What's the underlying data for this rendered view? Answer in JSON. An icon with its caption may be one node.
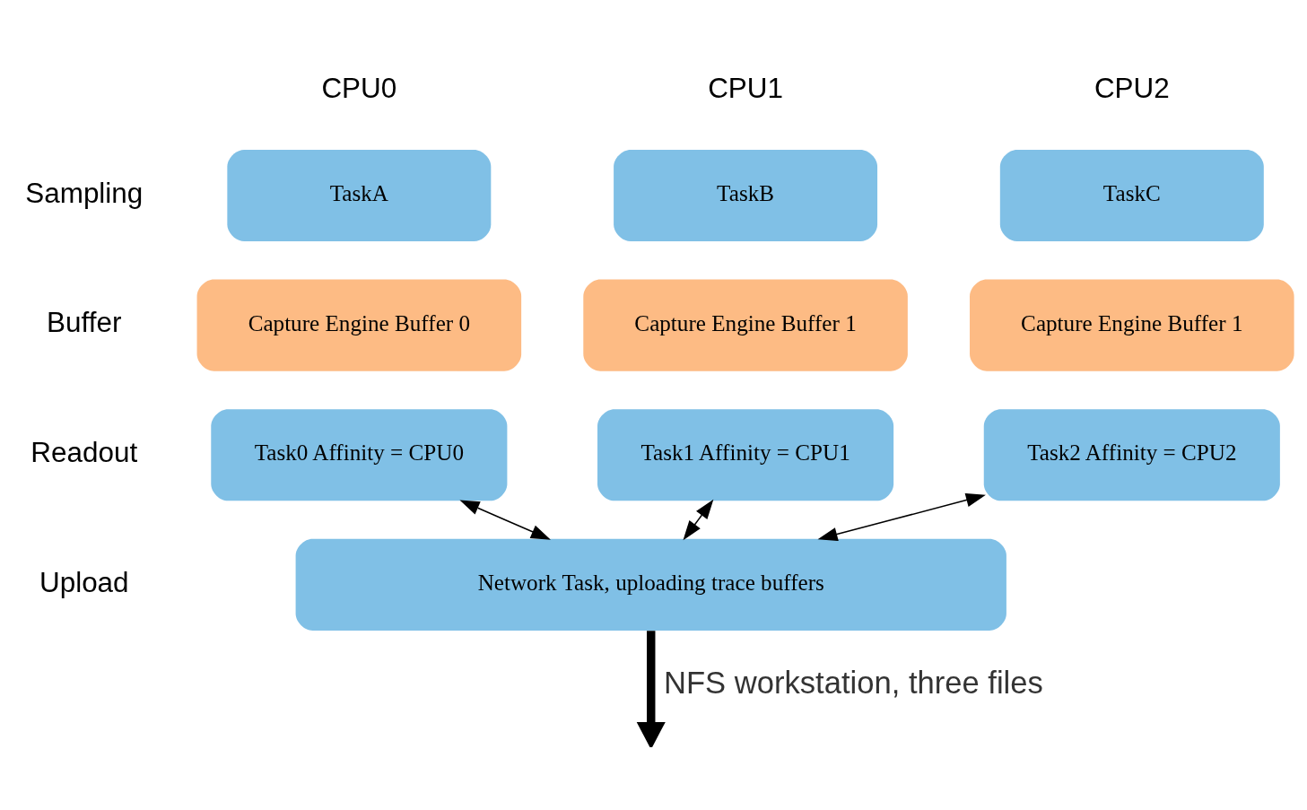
{
  "diagram": {
    "nodes": [
      {
        "text": [
          "TaskA"
        ]
      },
      {
        "text": [
          "TaskB"
        ]
      },
      {
        "text": [
          "TaskC"
        ]
      },
      {
        "text": [
          "Capture Engine Buffer 0"
        ]
      },
      {
        "text": [
          "Capture Engine Buffer 1"
        ]
      },
      {
        "text": [
          "Capture Engine Buffer 1"
        ]
      },
      {
        "text": [
          "Task0 Affinity = CPU0"
        ]
      },
      {
        "text": [
          "Task1 Affinity = CPU1"
        ]
      },
      {
        "text": [
          "Task2 Affinity = CPU2"
        ]
      },
      {
        "text": [
          "Network Task, uploading trace buffers"
        ]
      }
    ],
    "edges": [
      {
        "from": 6,
        "to": 9,
        "arrow": "both"
      },
      {
        "from": 7,
        "to": 9,
        "arrow": "both"
      },
      {
        "from": 8,
        "to": 9,
        "arrow": "both"
      },
      {
        "from": 9,
        "to": null,
        "arrow": "to",
        "style": "thick",
        "label": "NFS workstation, three files"
      }
    ],
    "labels": [
      "CPU0",
      "CPU1",
      "CPU2",
      "Sampling",
      "Buffer",
      "Readout",
      "Upload"
    ]
  }
}
